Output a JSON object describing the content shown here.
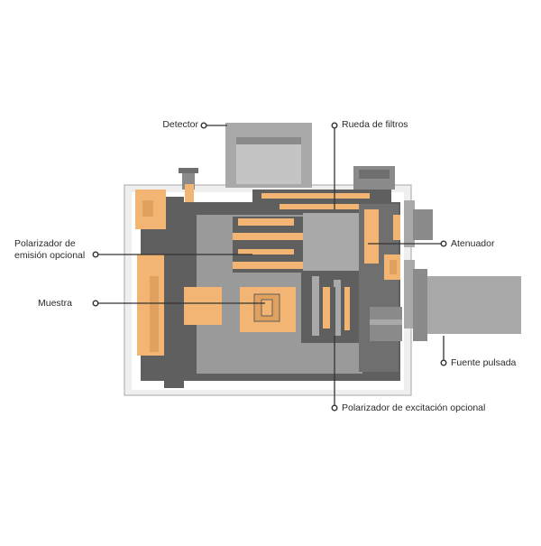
{
  "labels": {
    "detector": "Detector",
    "filter_wheel": "Rueda de filtros",
    "emission_polarizer_line1": "Polarizador de",
    "emission_polarizer_line2": "emisión opcional",
    "attenuator": "Atenuador",
    "sample": "Muestra",
    "pulsed_source": "Fuente pulsada",
    "excitation_polarizer": "Polarizador de excitación opcional"
  },
  "colors": {
    "orange": "#f2b574",
    "orange_dark": "#e0a05e",
    "gray_dark": "#5f5f5f",
    "gray_mid": "#8a8a8a",
    "gray_light": "#a9a9a9",
    "gray_pale": "#c4c4c4",
    "case_bg": "#ececec",
    "line": "#333333"
  }
}
